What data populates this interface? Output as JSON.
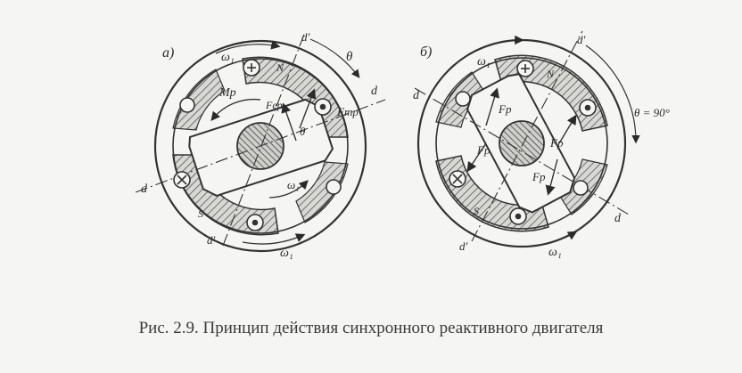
{
  "caption": "Рис. 2.9. Принцип действия синхронного реактивного двигателя",
  "diagram_a": {
    "panel_label": "а)",
    "omega_top": "ω₁",
    "omega_bottom": "ω₁",
    "omega_rotor": "ω₁",
    "d_axis_left": "d",
    "d_axis_right": "d",
    "dprime_top": "d'",
    "dprime_bottom": "d'",
    "theta_outer": "θ",
    "theta_inner": "θ",
    "torque": "Mp",
    "force_inner": "Fep",
    "force_outer": "Fmp",
    "pole_N": "N",
    "pole_S": "S"
  },
  "diagram_b": {
    "panel_label": "б)",
    "omega_top": "ω₁",
    "omega_bottom": "ω₁",
    "d_axis_left": "d",
    "d_axis_right": "d",
    "dprime_top": "d'",
    "dprime_bottom": "d'",
    "theta_value": "θ = 90°",
    "force_1": "Fp",
    "force_2": "Fp",
    "force_3": "Fp",
    "force_4": "Fp",
    "pole_N": "N",
    "pole_S": "S"
  }
}
